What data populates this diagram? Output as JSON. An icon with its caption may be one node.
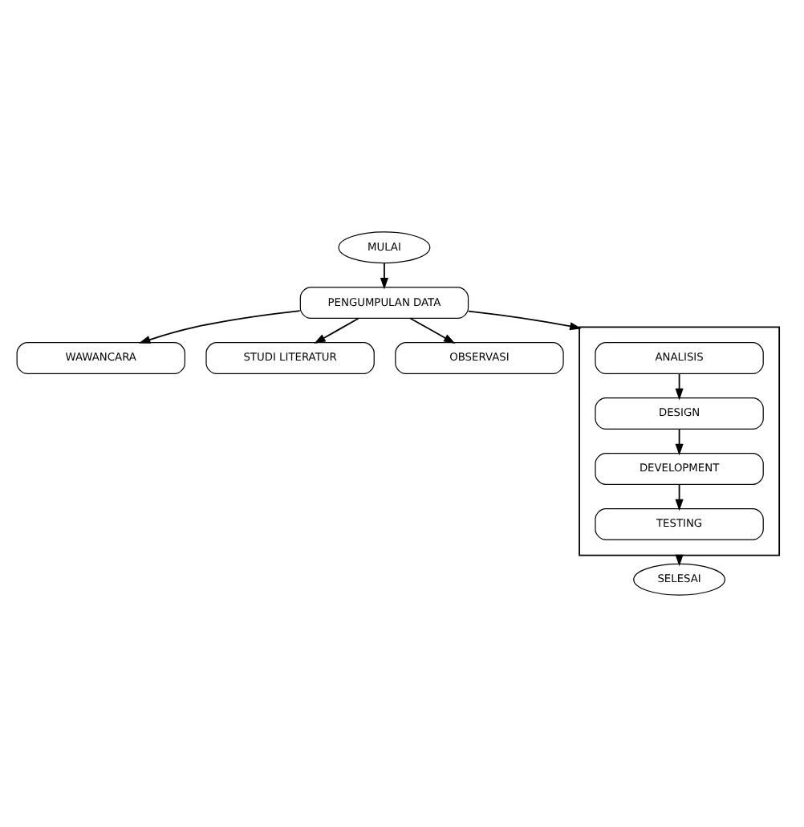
{
  "diagram": {
    "nodes": [
      {
        "text": [
          "MULAI"
        ]
      },
      {
        "text": [
          "PENGUMPULAN DATA"
        ]
      },
      {
        "text": [
          "WAWANCARA"
        ]
      },
      {
        "text": [
          "STUDI LITERATUR"
        ]
      },
      {
        "text": [
          "OBSERVASI"
        ]
      },
      {
        "text": [],
        "shape": "box"
      },
      {
        "text": [
          "ANALISIS"
        ],
        "in": 5
      },
      {
        "text": [
          "DESIGN"
        ],
        "in": 5
      },
      {
        "text": [
          "DEVELOPMENT"
        ],
        "in": 5
      },
      {
        "text": [
          "TESTING"
        ],
        "in": 5
      },
      {
        "text": [
          "SELESAI"
        ]
      }
    ],
    "edges": [
      {
        "from": 0,
        "to": 1,
        "arrow": "to"
      },
      {
        "from": 1,
        "to": 2,
        "arrow": "to"
      },
      {
        "from": 1,
        "to": 3,
        "arrow": "to"
      },
      {
        "from": 1,
        "to": 4,
        "arrow": "to"
      },
      {
        "from": 1,
        "to": 5,
        "arrow": "to"
      },
      {
        "from": 6,
        "to": 7,
        "arrow": "to"
      },
      {
        "from": 7,
        "to": 8,
        "arrow": "to"
      },
      {
        "from": 8,
        "to": 9,
        "arrow": "to"
      },
      {
        "from": 5,
        "to": 10,
        "arrow": "to"
      }
    ]
  }
}
